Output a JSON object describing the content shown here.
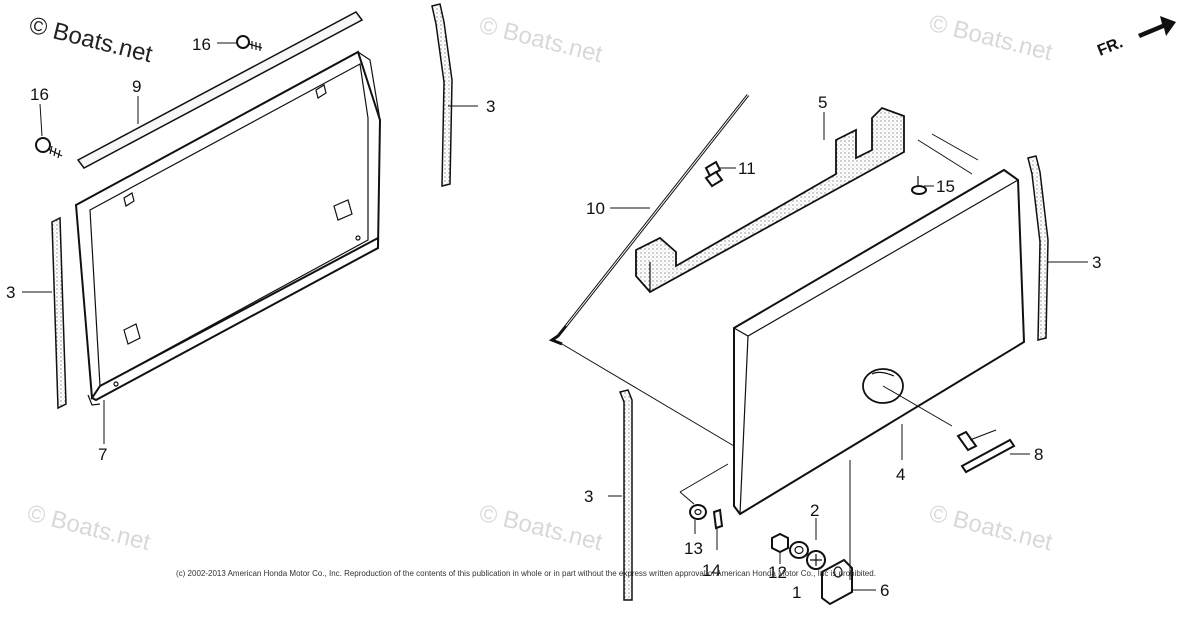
{
  "watermarks": {
    "main": "© Boats.net",
    "faint": "© Boats.net"
  },
  "direction_label": "FR.",
  "copyright": "(c) 2002-2013 American Honda Motor Co., Inc. Reproduction of the contents of this publication in whole or in part without the express written approval of American Honda Motor Co., Inc is prohibited.",
  "callouts": {
    "c1": "1",
    "c2": "2",
    "c3a": "3",
    "c3b": "3",
    "c3c": "3",
    "c3d": "3",
    "c4": "4",
    "c5": "5",
    "c6": "6",
    "c7": "7",
    "c8": "8",
    "c9": "9",
    "c10": "10",
    "c11": "11",
    "c12": "12",
    "c13": "13",
    "c14": "14",
    "c15": "15",
    "c16a": "16",
    "c16b": "16"
  }
}
